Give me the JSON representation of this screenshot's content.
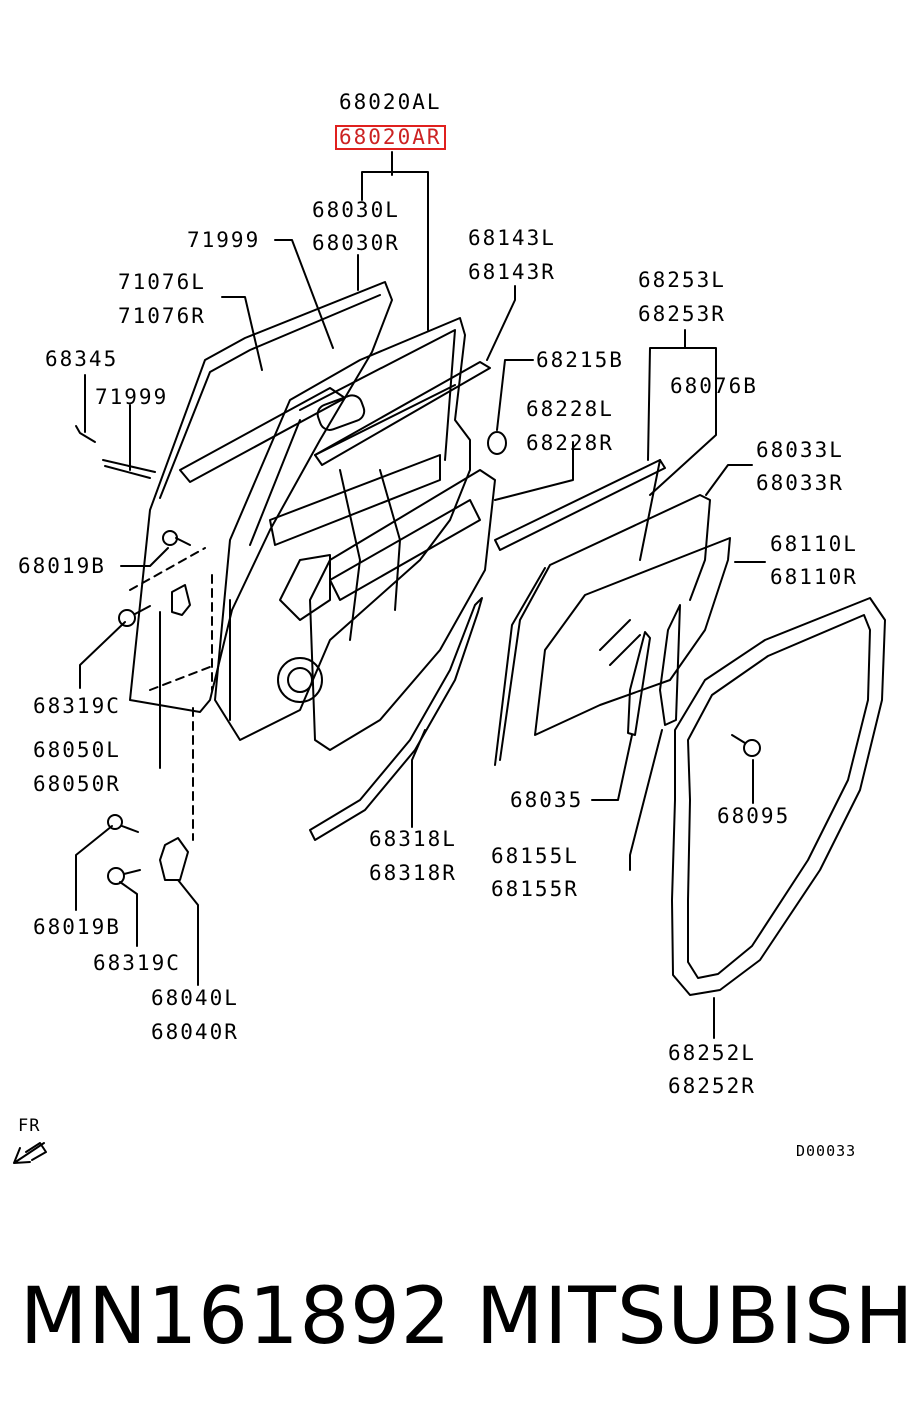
{
  "diagram": {
    "labels": [
      "68020AL",
      "68020AR",
      "68030L",
      "68030R",
      "71999",
      "68143L",
      "68143R",
      "71076L",
      "71076R",
      "68253L",
      "68253R",
      "68345",
      "68215B",
      "71999",
      "68076B",
      "68228L",
      "68228R",
      "68033L",
      "68033R",
      "68019B",
      "68110L",
      "68110R",
      "68319C",
      "68050L",
      "68050R",
      "68035",
      "68095",
      "68318L",
      "68318R",
      "68155L",
      "68155R",
      "68019B",
      "68319C",
      "68040L",
      "68040R",
      "68252L",
      "68252R"
    ],
    "highlighted": "68020AR",
    "direction_label": "FR",
    "diagram_code": "D00033"
  },
  "caption": {
    "part_number": "MN161892",
    "brand": "MITSUBISHI"
  },
  "colors": {
    "highlight": "#e0201e",
    "line": "#000000"
  }
}
